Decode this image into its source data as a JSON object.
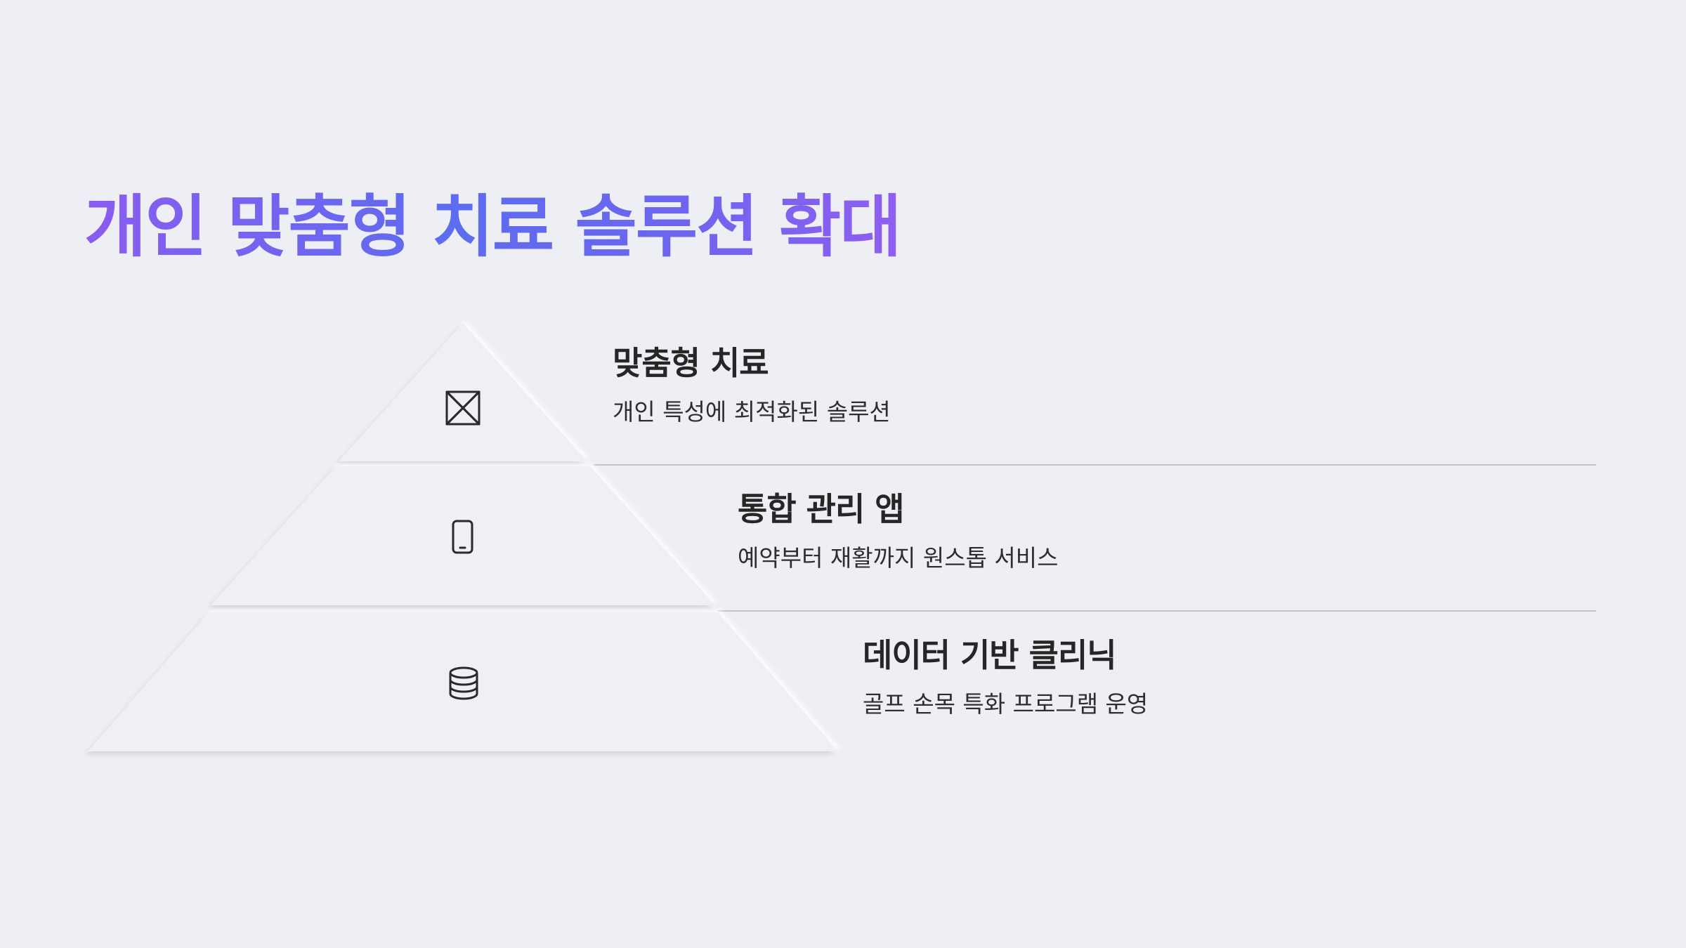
{
  "title": "개인 맞춤형 치료 솔루션 확대",
  "colors": {
    "background": "#eeeff4",
    "title_gradient_start": "#8a5cf0",
    "title_gradient_mid": "#5d6cf0",
    "divider": "#c3c4c9",
    "text_primary": "#262626"
  },
  "tiers": [
    {
      "heading": "맞춤형 치료",
      "description": "개인 특성에 최적화된 솔루션",
      "icon": "arrows-converge-icon"
    },
    {
      "heading": "통합 관리 앱",
      "description": "예약부터 재활까지 원스톱 서비스",
      "icon": "smartphone-icon"
    },
    {
      "heading": "데이터 기반 클리닉",
      "description": "골프 손목 특화 프로그램 운영",
      "icon": "database-icon"
    }
  ]
}
